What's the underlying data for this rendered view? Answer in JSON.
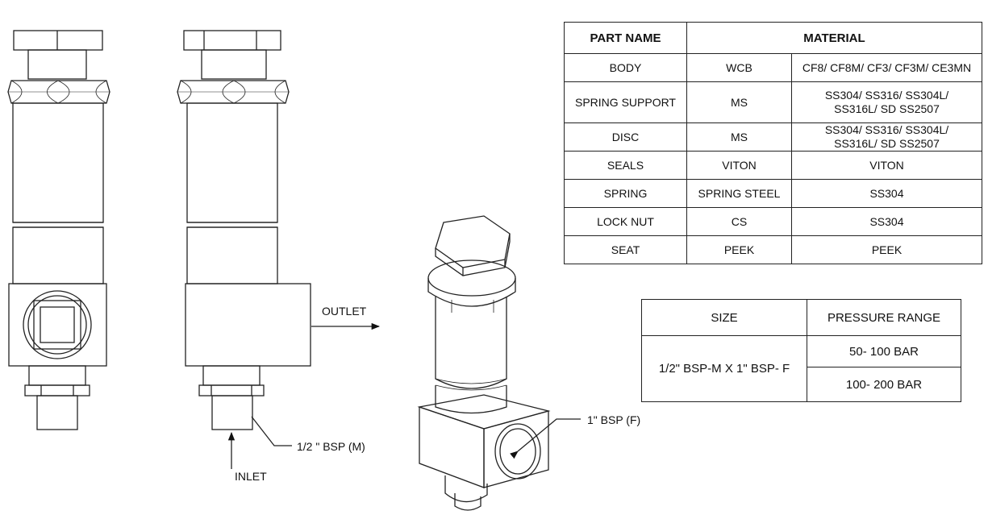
{
  "labels": {
    "outlet": "OUTLET",
    "inlet": "INLET",
    "inlet_thread": "1/2 \" BSP (M)",
    "outlet_thread": "1\" BSP (F)"
  },
  "material_table": {
    "headers": {
      "part_name": "PART NAME",
      "material": "MATERIAL"
    },
    "rows": [
      {
        "part": "BODY",
        "mat1": "WCB",
        "mat2_line1": "CF8/ CF8M/ CF3/ CF3M/ CE3MN",
        "mat2_line2": ""
      },
      {
        "part": "SPRING SUPPORT",
        "mat1": "MS",
        "mat2_line1": "SS304/ SS316/ SS304L/",
        "mat2_line2": "SS316L/ SD SS2507"
      },
      {
        "part": "DISC",
        "mat1": "MS",
        "mat2_line1": "SS304/ SS316/ SS304L/",
        "mat2_line2": "SS316L/ SD SS2507"
      },
      {
        "part": "SEALS",
        "mat1": "VITON",
        "mat2_line1": "VITON",
        "mat2_line2": ""
      },
      {
        "part": "SPRING",
        "mat1": "SPRING STEEL",
        "mat2_line1": "SS304",
        "mat2_line2": ""
      },
      {
        "part": "LOCK NUT",
        "mat1": "CS",
        "mat2_line1": "SS304",
        "mat2_line2": ""
      },
      {
        "part": "SEAT",
        "mat1": "PEEK",
        "mat2_line1": "PEEK",
        "mat2_line2": ""
      }
    ]
  },
  "pressure_table": {
    "headers": {
      "size": "SIZE",
      "pressure_range": "PRESSURE RANGE"
    },
    "size": "1/2\" BSP-M X 1\" BSP- F",
    "ranges": [
      "50- 100 BAR",
      "100- 200 BAR"
    ]
  }
}
